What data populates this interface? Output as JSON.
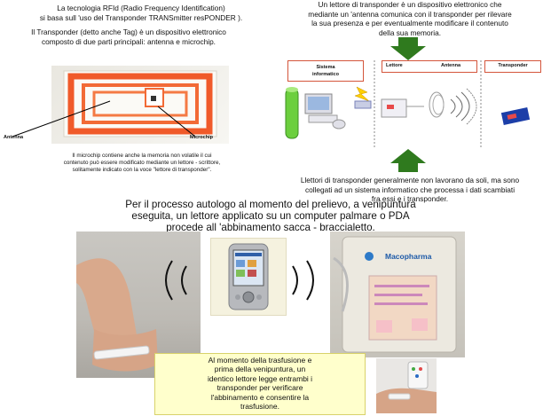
{
  "intro": {
    "rfid_line1": "La tecnologia RFId (Radio Frequency Identification)",
    "rfid_line2": "si basa sull 'uso del Transponder TRANSmitter resPONDER ).",
    "transponder_line1": "Il Transponder (detto anche Tag) è un dispositivo elettronico",
    "transponder_line2": "composto di due parti principali:  antenna e microchip."
  },
  "tag_labels": {
    "antenna": "Antenna",
    "microchip": "Microchip"
  },
  "tag_caption": {
    "line1": "Il microchip contiene anche la memoria non volatile il cui",
    "line2": "contenuto può essere modificato mediante un lettore - scrittore,",
    "line3": "solitamente indicato con la voce \"lettore di transponder\"."
  },
  "reader_text": {
    "line1": "Un lettore di transponder    è un dispositivo elettronico che",
    "line2": "mediante un 'antenna comunica con il transponder per rilevare",
    "line3": "la sua presenza e per eventualmente modificare il contenuto",
    "line4": "della sua memoria."
  },
  "diagram": {
    "box_system_line1": "Sistema",
    "box_system_line2": "informatico",
    "box_reader": "Lettore",
    "box_antenna": "Antenna",
    "box_transponder": "Transponder"
  },
  "readers_note": {
    "line1": "Llettori di transponder generalmente non lavorano da soli, ma sono",
    "line2": "collegati ad un sistema informatico che processa i dati scambiati",
    "line3": "fra essi e i transponder."
  },
  "process": {
    "line1": "Per il processo autologo al momento del prelievo, a venipuntura",
    "line2": "eseguita, un lettore applicato su un computer palmare o PDA",
    "line3": "procede all 'abbinamento sacca    - braccialetto."
  },
  "bag_brand": "Macopharma",
  "transfusion_box": {
    "line1": "Al momento della trasfusione e",
    "line2": "prima della venipuntura, un",
    "line3": "identico lettore legge entrambi i",
    "line4": "transponder per verificare",
    "line5": "l'abbinamento e consentire la",
    "line6": "trasfusione."
  },
  "colors": {
    "accent_red": "#d4553b",
    "arrow_green": "#2f7a1e",
    "yellow_box": "#ffffcc",
    "pale_yellow": "#fffbd9"
  }
}
